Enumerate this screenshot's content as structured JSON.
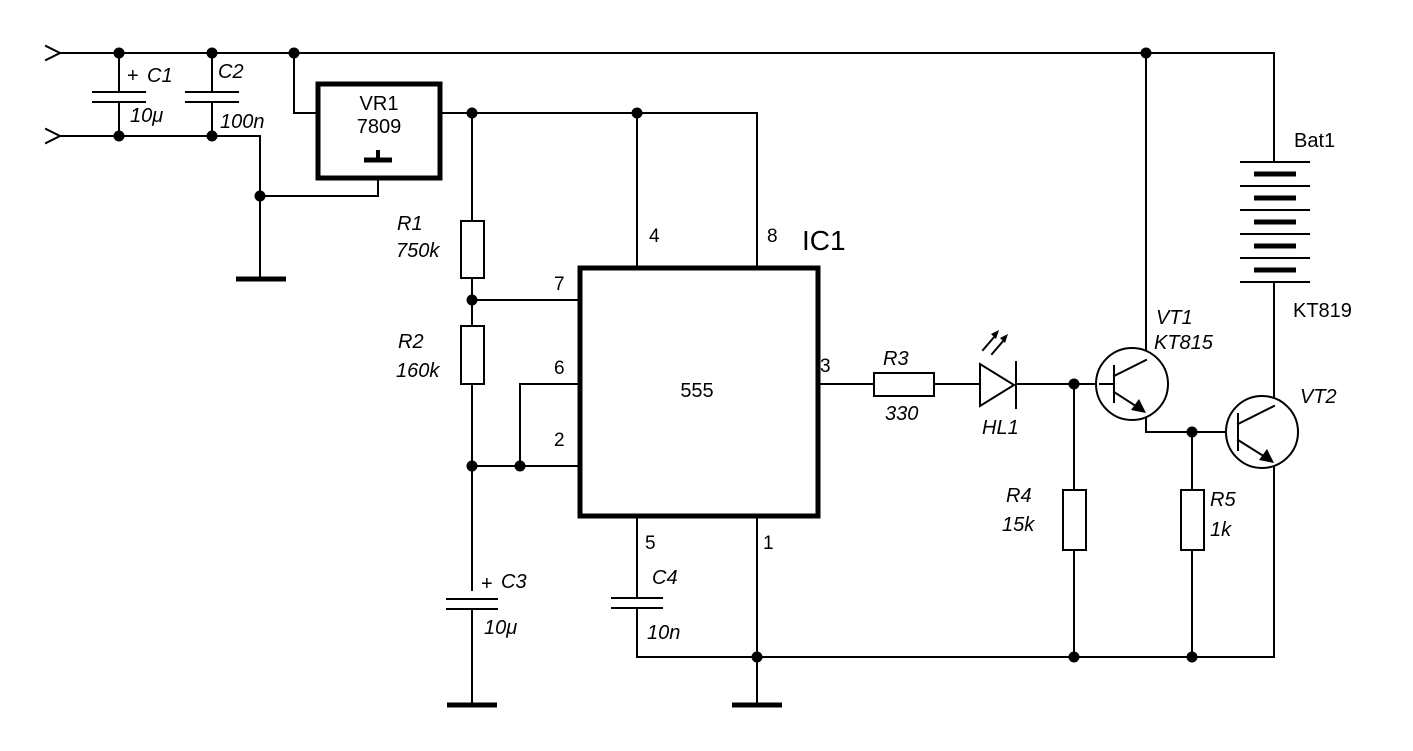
{
  "components": {
    "c1": {
      "name": "C1",
      "value": "10μ",
      "polarity": "+"
    },
    "c2": {
      "name": "C2",
      "value": "100n"
    },
    "vr1": {
      "name": "VR1",
      "value": "7809"
    },
    "r1": {
      "name": "R1",
      "value": "750k"
    },
    "r2": {
      "name": "R2",
      "value": "160k"
    },
    "c3": {
      "name": "C3",
      "value": "10μ",
      "polarity": "+"
    },
    "c4": {
      "name": "C4",
      "value": "10n"
    },
    "ic1": {
      "name": "IC1",
      "value": "555"
    },
    "r3": {
      "name": "R3",
      "value": "330"
    },
    "hl1": {
      "name": "HL1"
    },
    "r4": {
      "name": "R4",
      "value": "15k"
    },
    "r5": {
      "name": "R5",
      "value": "1k"
    },
    "vt1": {
      "name": "VT1",
      "value": "KT815"
    },
    "vt2": {
      "name": "VT2",
      "value": "KT819"
    },
    "bat1": {
      "name": "Bat1"
    }
  },
  "ic_pins": {
    "p4": "4",
    "p8": "8",
    "p7": "7",
    "p6": "6",
    "p2": "2",
    "p3": "3",
    "p5": "5",
    "p1": "1"
  }
}
